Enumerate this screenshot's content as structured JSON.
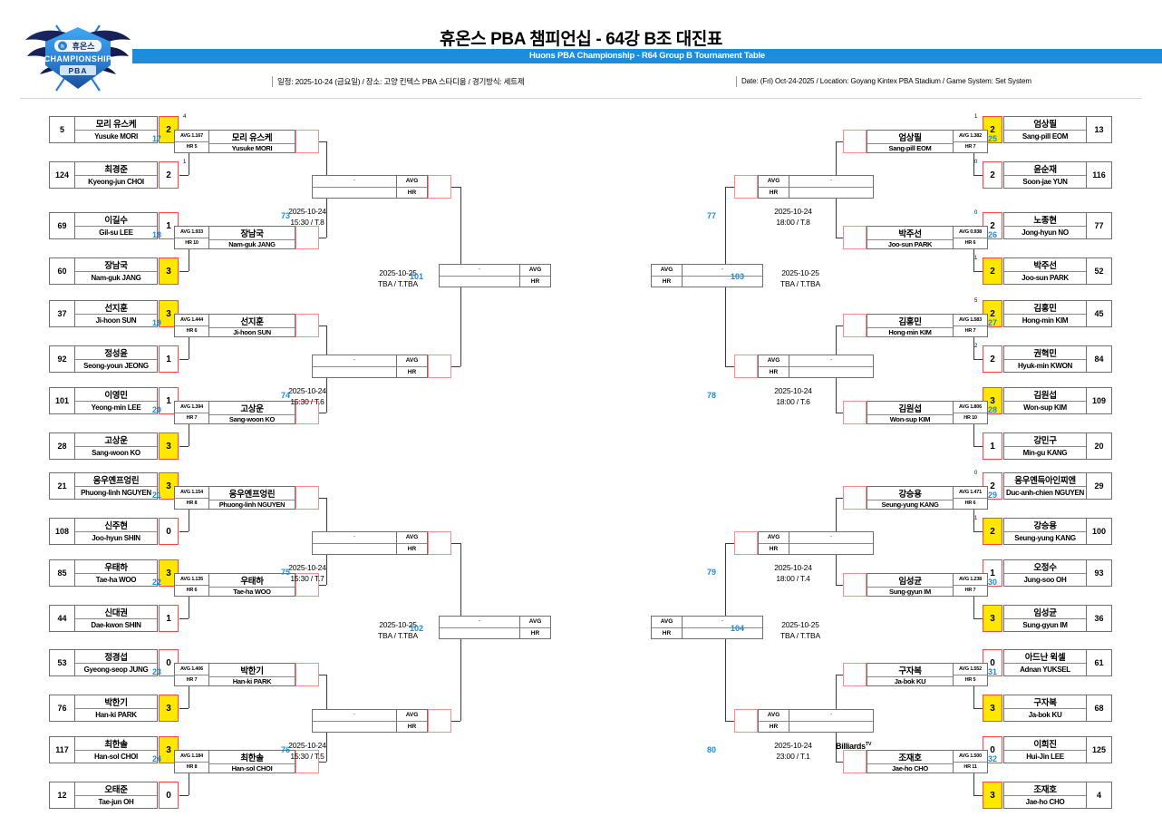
{
  "header": {
    "title_kr": "휴온스 PBA 챔피언십 - 64강 B조 대진표",
    "title_en": "Huons PBA Championship - R64 Group B Tournament Table",
    "meta_kr": "일정: 2025-10-24 (금요일) / 장소: 고양 킨텍스 PBA 스타디움 / 경기방식: 세트제",
    "meta_en": "Date: (Fri) Oct-24-2025 / Location: Goyang Kintex PBA Stadium / Game System: Set System",
    "logo_text_top": "휴온스",
    "logo_text_mid": "CHAMPIONSHIP",
    "logo_text_bot": "PBA",
    "accent": "#1b8ddb",
    "win_color": "#ffe800",
    "box_border": "#ff4444"
  },
  "labels": {
    "avg": "AVG",
    "hr": "HR",
    "empty": "-",
    "billiards_tv": "Billiards",
    "billiards_tv_sup": "TV"
  },
  "r64_left": [
    {
      "m": "17",
      "sched": [
        "2025-10-24",
        "15:30 / T.8"
      ],
      "a": {
        "seed": "5",
        "kr": "모리 유스케",
        "en": "Yusuke MORI",
        "score": "2",
        "win": true,
        "pts": "4"
      },
      "b": {
        "seed": "124",
        "kr": "최경준",
        "en": "Kyeong-jun CHOI",
        "score": "2",
        "win": false,
        "pts": "1"
      }
    },
    {
      "m": "18",
      "sched": [
        "2025-10-24",
        "15:30 / T.8"
      ],
      "a": {
        "seed": "69",
        "kr": "이길수",
        "en": "Gil-su LEE",
        "score": "1",
        "win": false,
        "pts": ""
      },
      "b": {
        "seed": "60",
        "kr": "장남국",
        "en": "Nam-guk JANG",
        "score": "3",
        "win": true,
        "pts": ""
      }
    },
    {
      "m": "19",
      "sched": [
        "2025-10-24",
        "15:30 / T.6"
      ],
      "a": {
        "seed": "37",
        "kr": "선지훈",
        "en": "Ji-hoon SUN",
        "score": "3",
        "win": true,
        "pts": ""
      },
      "b": {
        "seed": "92",
        "kr": "정성윤",
        "en": "Seong-youn JEONG",
        "score": "1",
        "win": false,
        "pts": ""
      }
    },
    {
      "m": "20",
      "sched": [
        "2025-10-24",
        "15:30 / T.6"
      ],
      "a": {
        "seed": "101",
        "kr": "이영민",
        "en": "Yeong-min LEE",
        "score": "1",
        "win": false,
        "pts": ""
      },
      "b": {
        "seed": "28",
        "kr": "고상운",
        "en": "Sang-woon KO",
        "score": "3",
        "win": true,
        "pts": ""
      }
    },
    {
      "m": "21",
      "sched": [
        "2025-10-24",
        "15:30 / T.7"
      ],
      "a": {
        "seed": "21",
        "kr": "응우옌프엉린",
        "en": "Phuong-linh NGUYEN",
        "score": "3",
        "win": true,
        "pts": ""
      },
      "b": {
        "seed": "108",
        "kr": "신주현",
        "en": "Joo-hyun SHIN",
        "score": "0",
        "win": false,
        "pts": ""
      }
    },
    {
      "m": "22",
      "sched": [
        "2025-10-24",
        "15:30 / T.7"
      ],
      "a": {
        "seed": "85",
        "kr": "우태하",
        "en": "Tae-ha WOO",
        "score": "3",
        "win": true,
        "pts": ""
      },
      "b": {
        "seed": "44",
        "kr": "신대권",
        "en": "Dae-kwon SHIN",
        "score": "1",
        "win": false,
        "pts": ""
      }
    },
    {
      "m": "23",
      "sched": [
        "2025-10-24",
        "15:30 / T.5"
      ],
      "a": {
        "seed": "53",
        "kr": "정경섭",
        "en": "Gyeong-seop JUNG",
        "score": "0",
        "win": false,
        "pts": ""
      },
      "b": {
        "seed": "76",
        "kr": "박한기",
        "en": "Han-ki PARK",
        "score": "3",
        "win": true,
        "pts": ""
      }
    },
    {
      "m": "24",
      "sched": [
        "2025-10-24",
        "15:30 / T.5"
      ],
      "a": {
        "seed": "117",
        "kr": "최한솔",
        "en": "Han-sol CHOI",
        "score": "3",
        "win": true,
        "pts": ""
      },
      "b": {
        "seed": "12",
        "kr": "오태준",
        "en": "Tae-jun OH",
        "score": "0",
        "win": false,
        "pts": ""
      }
    }
  ],
  "r32_left": [
    {
      "avg": "AVG 1.167",
      "hr": "HR 5",
      "kr": "모리 유스케",
      "en": "Yusuke MORI"
    },
    {
      "avg": "AVG 1.933",
      "hr": "HR 10",
      "kr": "장남국",
      "en": "Nam-guk JANG"
    },
    {
      "avg": "AVG 1.444",
      "hr": "HR 6",
      "kr": "선지훈",
      "en": "Ji-hoon SUN"
    },
    {
      "avg": "AVG 1.394",
      "hr": "HR 7",
      "kr": "고상운",
      "en": "Sang-woon KO"
    },
    {
      "avg": "AVG 1.154",
      "hr": "HR 8",
      "kr": "응우옌프엉린",
      "en": "Phuong-linh NGUYEN"
    },
    {
      "avg": "AVG 1.135",
      "hr": "HR 6",
      "kr": "우태하",
      "en": "Tae-ha WOO"
    },
    {
      "avg": "AVG 1.406",
      "hr": "HR 7",
      "kr": "박한기",
      "en": "Han-ki PARK"
    },
    {
      "avg": "AVG 1.184",
      "hr": "HR 8",
      "kr": "최한솔",
      "en": "Han-sol CHOI"
    }
  ],
  "r16_left": [
    {
      "m": "73",
      "sched": [
        "2025-10-24",
        "15:30 / T.8"
      ]
    },
    {
      "m": "74",
      "sched": [
        "2025-10-24",
        "15:30 / T.6"
      ]
    },
    {
      "m": "75",
      "sched": [
        "2025-10-24",
        "15:30 / T.7"
      ]
    },
    {
      "m": "76",
      "sched": [
        "2025-10-24",
        "15:30 / T.5"
      ]
    }
  ],
  "qf_left": [
    {
      "m": "101",
      "sched": [
        "2025-10-25",
        "TBA / T.TBA"
      ]
    },
    {
      "m": "102",
      "sched": [
        "2025-10-25",
        "TBA / T.TBA"
      ]
    }
  ],
  "r64_right": [
    {
      "m": "25",
      "a": {
        "seed": "13",
        "kr": "엄상필",
        "en": "Sang-pill EOM",
        "score": "2",
        "win": true,
        "pts": "1"
      },
      "b": {
        "seed": "116",
        "kr": "윤순재",
        "en": "Soon-jae YUN",
        "score": "2",
        "win": false,
        "pts": "0"
      }
    },
    {
      "m": "26",
      "a": {
        "seed": "77",
        "kr": "노종현",
        "en": "Jong-hyun NO",
        "score": "2",
        "win": false,
        "pts": "0"
      },
      "b": {
        "seed": "52",
        "kr": "박주선",
        "en": "Joo-sun PARK",
        "score": "2",
        "win": true,
        "pts": "1"
      }
    },
    {
      "m": "27",
      "a": {
        "seed": "45",
        "kr": "김홍민",
        "en": "Hong-min KIM",
        "score": "2",
        "win": true,
        "pts": "5"
      },
      "b": {
        "seed": "84",
        "kr": "권혁민",
        "en": "Hyuk-min KWON",
        "score": "2",
        "win": false,
        "pts": "2"
      }
    },
    {
      "m": "28",
      "a": {
        "seed": "109",
        "kr": "김원섭",
        "en": "Won-sup KIM",
        "score": "3",
        "win": true,
        "pts": ""
      },
      "b": {
        "seed": "20",
        "kr": "강민구",
        "en": "Min-gu KANG",
        "score": "1",
        "win": false,
        "pts": ""
      }
    },
    {
      "m": "29",
      "a": {
        "seed": "29",
        "kr": "응우옌득아인찌엔",
        "en": "Duc-anh-chien NGUYEN",
        "score": "2",
        "win": false,
        "pts": "0"
      },
      "b": {
        "seed": "100",
        "kr": "강승용",
        "en": "Seung-yung KANG",
        "score": "2",
        "win": true,
        "pts": "1"
      }
    },
    {
      "m": "30",
      "a": {
        "seed": "93",
        "kr": "오정수",
        "en": "Jung-soo OH",
        "score": "1",
        "win": false,
        "pts": ""
      },
      "b": {
        "seed": "36",
        "kr": "임성균",
        "en": "Sung-gyun IM",
        "score": "3",
        "win": true,
        "pts": ""
      }
    },
    {
      "m": "31",
      "a": {
        "seed": "61",
        "kr": "아드난 윅셀",
        "en": "Adnan YUKSEL",
        "score": "0",
        "win": false,
        "pts": ""
      },
      "b": {
        "seed": "68",
        "kr": "구자복",
        "en": "Ja-bok KU",
        "score": "3",
        "win": true,
        "pts": ""
      }
    },
    {
      "m": "32",
      "a": {
        "seed": "125",
        "kr": "이희진",
        "en": "Hui-Jin LEE",
        "score": "0",
        "win": false,
        "pts": ""
      },
      "b": {
        "seed": "4",
        "kr": "조재호",
        "en": "Jae-ho CHO",
        "score": "3",
        "win": true,
        "pts": ""
      }
    }
  ],
  "r32_right": [
    {
      "avg": "AVG 1.382",
      "hr": "HR 7",
      "kr": "엄상필",
      "en": "Sang-pill EOM"
    },
    {
      "avg": "AVG 0.938",
      "hr": "HR 6",
      "kr": "박주선",
      "en": "Joo-sun PARK"
    },
    {
      "avg": "AVG 1.583",
      "hr": "HR 7",
      "kr": "김홍민",
      "en": "Hong-min KIM"
    },
    {
      "avg": "AVG 1.806",
      "hr": "HR 10",
      "kr": "김원섭",
      "en": "Won-sup KIM"
    },
    {
      "avg": "AVG 1.471",
      "hr": "HR 6",
      "kr": "강승용",
      "en": "Seung-yung KANG"
    },
    {
      "avg": "AVG 1.238",
      "hr": "HR 7",
      "kr": "임성균",
      "en": "Sung-gyun IM"
    },
    {
      "avg": "AVG 1.552",
      "hr": "HR 5",
      "kr": "구자복",
      "en": "Ja-bok KU"
    },
    {
      "avg": "AVG 1.500",
      "hr": "HR 11",
      "kr": "조재호",
      "en": "Jae-ho CHO"
    }
  ],
  "r16_right": [
    {
      "m": "77",
      "sched": [
        "2025-10-24",
        "18:00 / T.8"
      ],
      "tv": false
    },
    {
      "m": "78",
      "sched": [
        "2025-10-24",
        "18:00 / T.6"
      ],
      "tv": false
    },
    {
      "m": "79",
      "sched": [
        "2025-10-24",
        "18:00 / T.4"
      ],
      "tv": false
    },
    {
      "m": "80",
      "sched": [
        "2025-10-24",
        "23:00 / T.1"
      ],
      "tv": true
    }
  ],
  "qf_right": [
    {
      "m": "103",
      "sched": [
        "2025-10-25",
        "TBA / T.TBA"
      ]
    },
    {
      "m": "104",
      "sched": [
        "2025-10-25",
        "TBA / T.TBA"
      ]
    }
  ]
}
